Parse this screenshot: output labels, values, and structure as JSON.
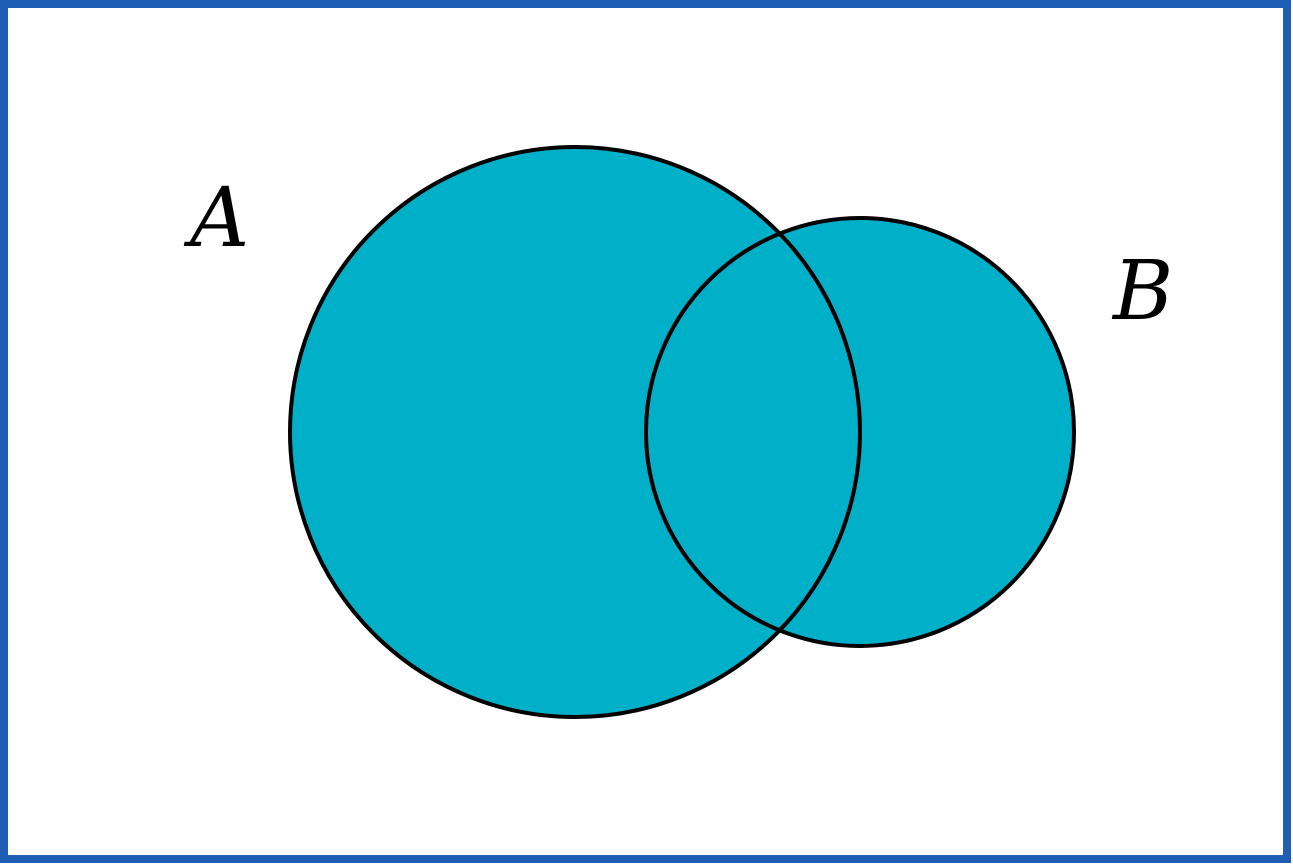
{
  "diagram": {
    "type": "venn",
    "sets": [
      {
        "id": "a",
        "label": "A",
        "shaded": true
      },
      {
        "id": "b",
        "label": "B",
        "shaded": true
      }
    ],
    "intersection_shaded": true,
    "universe_shaded": false,
    "colors": {
      "shade": "#00AFC8",
      "border": "#1E5EB4",
      "outline": "#000000",
      "background": "#FFFFFF"
    }
  }
}
